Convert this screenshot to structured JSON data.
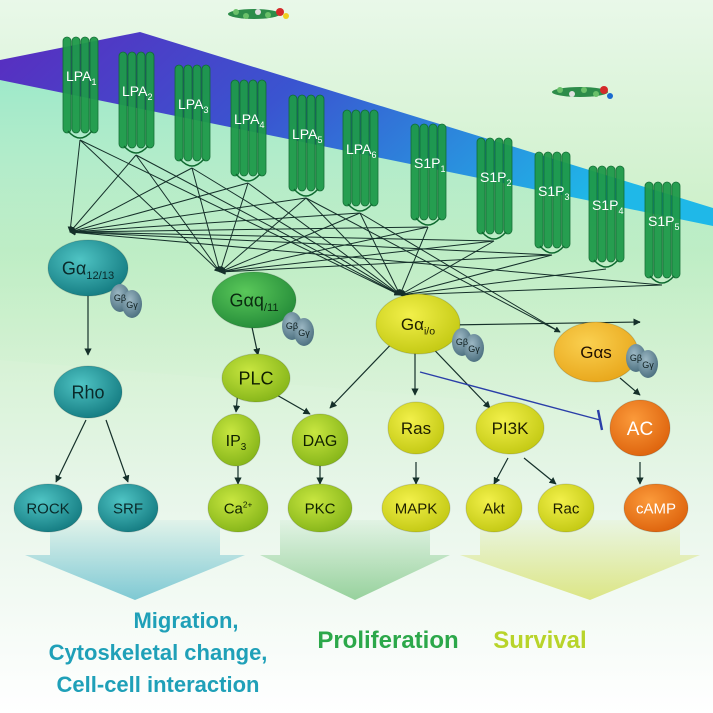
{
  "receptors": [
    {
      "name": "LPA",
      "sub": "1"
    },
    {
      "name": "LPA",
      "sub": "2"
    },
    {
      "name": "LPA",
      "sub": "3"
    },
    {
      "name": "LPA",
      "sub": "4"
    },
    {
      "name": "LPA",
      "sub": "5"
    },
    {
      "name": "LPA",
      "sub": "6"
    },
    {
      "name": "S1P",
      "sub": "1"
    },
    {
      "name": "S1P",
      "sub": "2"
    },
    {
      "name": "S1P",
      "sub": "3"
    },
    {
      "name": "S1P",
      "sub": "4"
    },
    {
      "name": "S1P",
      "sub": "5"
    }
  ],
  "g_proteins": [
    {
      "id": "g1213",
      "alpha": "Gα",
      "sub": "12/13",
      "beta": "Gβ",
      "gamma": "Gγ"
    },
    {
      "id": "gq11",
      "alpha": "Gαq",
      "sub": "/11",
      "beta": "Gβ",
      "gamma": "Gγ"
    },
    {
      "id": "gio",
      "alpha": "Gα",
      "sub": "i/o",
      "beta": "Gβ",
      "gamma": "Gγ"
    },
    {
      "id": "gs",
      "alpha": "Gαs",
      "sub": "",
      "beta": "Gβ",
      "gamma": "Gγ"
    }
  ],
  "effectors": {
    "rho": "Rho",
    "plc": "PLC",
    "ip3": "IP",
    "ip3_sub": "3",
    "dag": "DAG",
    "ras": "Ras",
    "pi3k": "PI3K",
    "ac": "AC",
    "rock": "ROCK",
    "srf": "SRF",
    "ca": "Ca",
    "ca_sup": "2+",
    "pkc": "PKC",
    "mapk": "MAPK",
    "akt": "Akt",
    "rac": "Rac",
    "camp": "cAMP"
  },
  "outcomes": {
    "migration": [
      "Migration,",
      "Cytoskeletal change,",
      "Cell-cell interaction"
    ],
    "proliferation": "Proliferation",
    "survival": "Survival"
  },
  "colors": {
    "membrane_top": "#6b2fc4",
    "membrane_bottom": "#1fb8e8",
    "receptor": "#1e9a4a",
    "teal": "#1a8f93",
    "green": "#3aa845",
    "yellow_green": "#a6cf22",
    "yellow": "#d8dc1c",
    "orange": "#f07a16",
    "gbg": "#5f8a9a",
    "outcome_teal": "#1fa0b8",
    "outcome_green": "#2ca84a",
    "outcome_yellow": "#b8d42a"
  }
}
